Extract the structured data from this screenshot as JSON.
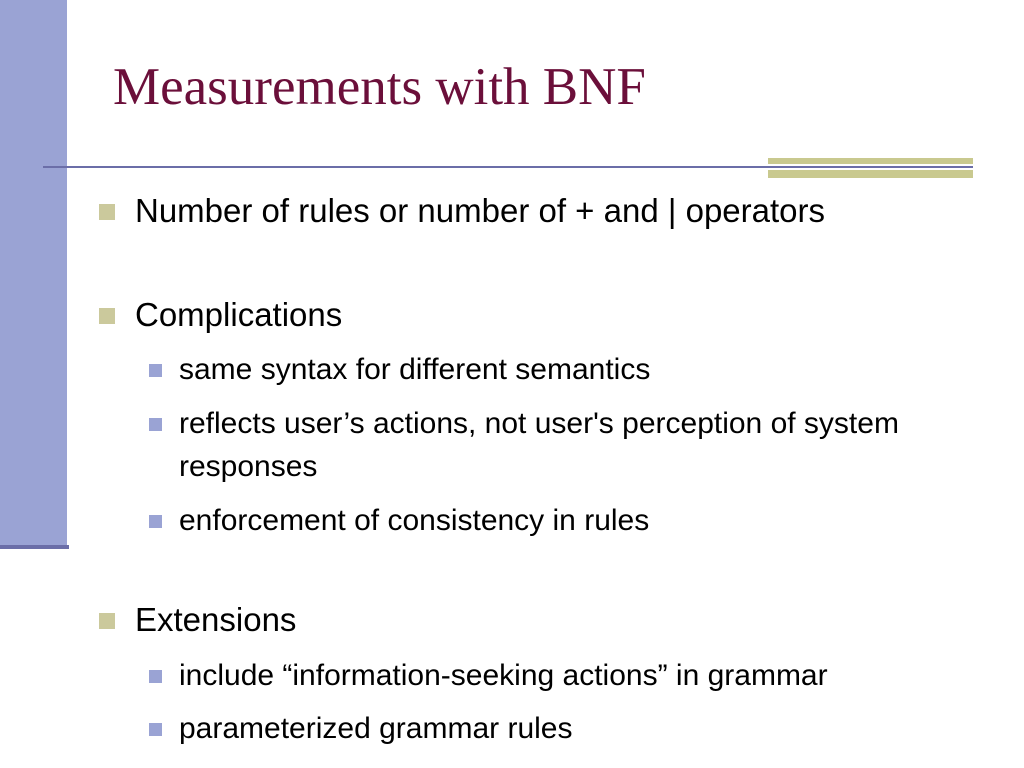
{
  "slide": {
    "title": "Measurements with BNF",
    "colors": {
      "title": "#6b0f3a",
      "left_bar": "#9aa3d4",
      "rule": "#6b6ea8",
      "accent_band": "#c9c98f",
      "bullet_level1": "#cbc99c",
      "bullet_level2": "#9aa3d4"
    },
    "bullets": [
      {
        "text": "Number of rules  or  number of + and | operators",
        "level": 1
      },
      {
        "text": "Complications",
        "level": 1,
        "children": [
          "same syntax for different semantics",
          "reflects user’s actions, not user's perception of system responses",
          "enforcement of consistency in rules"
        ]
      },
      {
        "text": "Extensions",
        "level": 1,
        "children": [
          "include “information-seeking actions” in grammar",
          "parameterized grammar rules"
        ]
      }
    ]
  }
}
